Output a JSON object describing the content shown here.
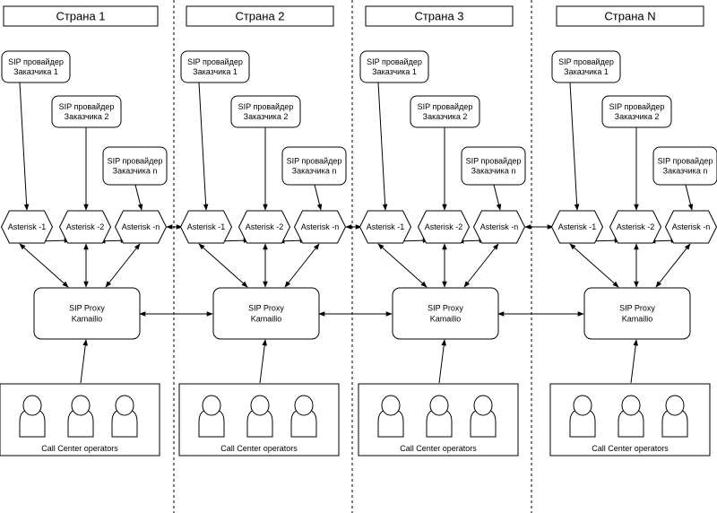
{
  "countries": [
    "Страна 1",
    "Страна 2",
    "Страна 3",
    "Страна N"
  ],
  "sip_providers": [
    [
      "SIP провайдер",
      "Заказчика 1"
    ],
    [
      "SIP провайдер",
      "Заказчика 2"
    ],
    [
      "SIP провайдер",
      "Заказчика n"
    ]
  ],
  "asterisks": [
    "Asterisk -1",
    "Asterisk -2",
    "Asterisk -n"
  ],
  "proxy": [
    "SIP Proxy",
    "Kamailio"
  ],
  "operators_label": "Call Center operators"
}
